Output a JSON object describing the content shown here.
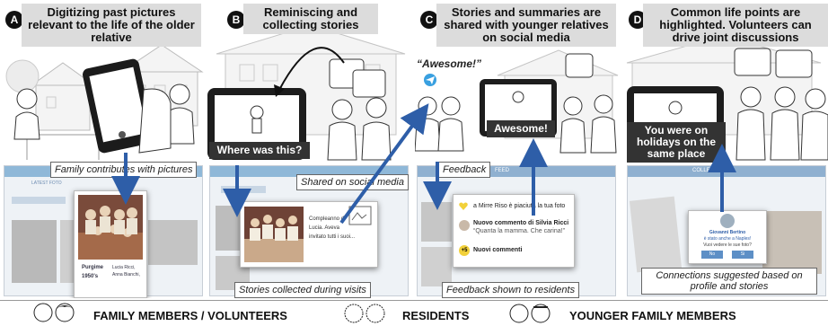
{
  "panels": [
    {
      "letter": "A",
      "title": "Digitizing past pictures relevant to the life of the older relative"
    },
    {
      "letter": "B",
      "title": "Reminiscing and collecting stories"
    },
    {
      "letter": "C",
      "title": "Stories and summaries are shared with younger relatives on social media"
    },
    {
      "letter": "D",
      "title": "Common life points are highlighted. Volunteers can drive joint discussions"
    }
  ],
  "scene_labels": {
    "where_was_this": "Where was this?",
    "awesome_tablet": "Awesome!",
    "awesome_quote": "“Awesome!”",
    "holidays": "You were on holidays on the same place"
  },
  "captions": {
    "family_contributes": "Family contributes with pictures",
    "shared_social": "Shared on social media",
    "stories_collected": "Stories collected during visits",
    "feedback": "Feedback",
    "feedback_shown": "Feedback shown to residents",
    "connections": "Connections suggested based on profile and stories"
  },
  "screen_texts": {
    "a_tab_left": "LATEST FOTO",
    "a_caption_line1": "Purgime",
    "a_caption_line2": "1950's",
    "a_caption_right1": "Lucia Ricci,",
    "a_caption_right2": "Anna Bianchi,",
    "b_story1": "Compleanno di",
    "b_story2": "Lucia. Aveva",
    "b_story3": "invitato tutti i suoi...",
    "c_header": "FEED",
    "c_notif1": "a Mirre Riso è piaciuta la tua foto",
    "c_notif2a": "Nuovo commento di Silvia Ricci",
    "c_notif2b": "“Quanta la mamma. Che carina!”",
    "c_notif3": "Nuovi commenti",
    "c_notif3_badge": "+5",
    "d_header": "COLLEGAMENTI",
    "d_name": "Giovanni Bertino",
    "d_line1": "è stato anche a Naples!",
    "d_line2": "Vuoi vedere le sue foto?",
    "d_btn1": "No",
    "d_btn2": "Si"
  },
  "legend": {
    "family": "FAMILY MEMBERS / VOLUNTEERS",
    "residents": "RESIDENTS",
    "younger": "YOUNGER FAMILY MEMBERS"
  },
  "colors": {
    "arrow_blue": "#2e5ea8",
    "title_bg": "#dcdcdc",
    "telegram_blue": "#39a0e0",
    "heart_yellow": "#f2d13a"
  }
}
